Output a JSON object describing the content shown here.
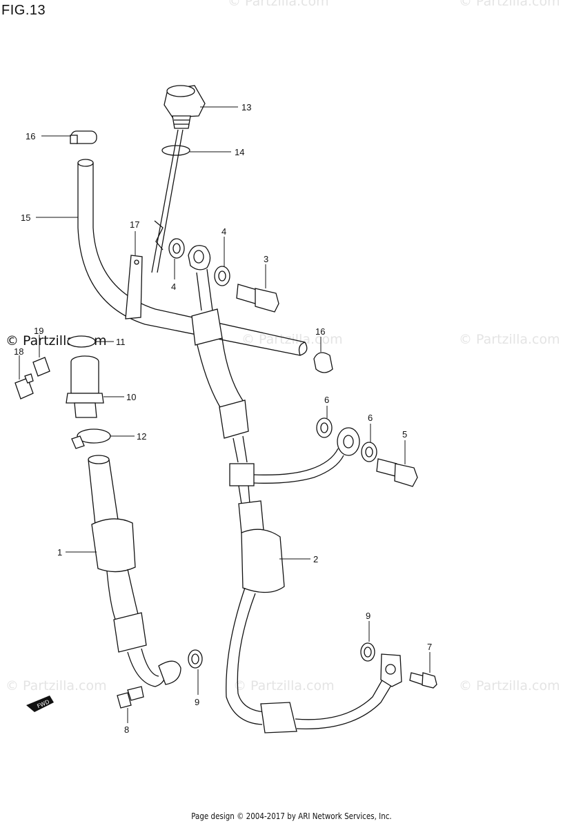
{
  "figure": {
    "title": "FIG.13"
  },
  "callouts": {
    "c1": "1",
    "c2": "2",
    "c3": "3",
    "c4a": "4",
    "c4b": "4",
    "c5": "5",
    "c6a": "6",
    "c6b": "6",
    "c7": "7",
    "c8": "8",
    "c9a": "9",
    "c9b": "9",
    "c10": "10",
    "c11": "11",
    "c12": "12",
    "c13": "13",
    "c14": "14",
    "c15": "15",
    "c16a": "16",
    "c16b": "16",
    "c17": "17",
    "c18": "18",
    "c19": "19"
  },
  "watermark": {
    "text": "© Partzilla.com"
  },
  "badge": {
    "text": "FWD"
  },
  "footer": {
    "text": "Page design © 2004-2017 by ARI Network Services, Inc."
  },
  "colors": {
    "line": "#111111",
    "watermark": "#e4e4e4",
    "background": "#ffffff"
  }
}
